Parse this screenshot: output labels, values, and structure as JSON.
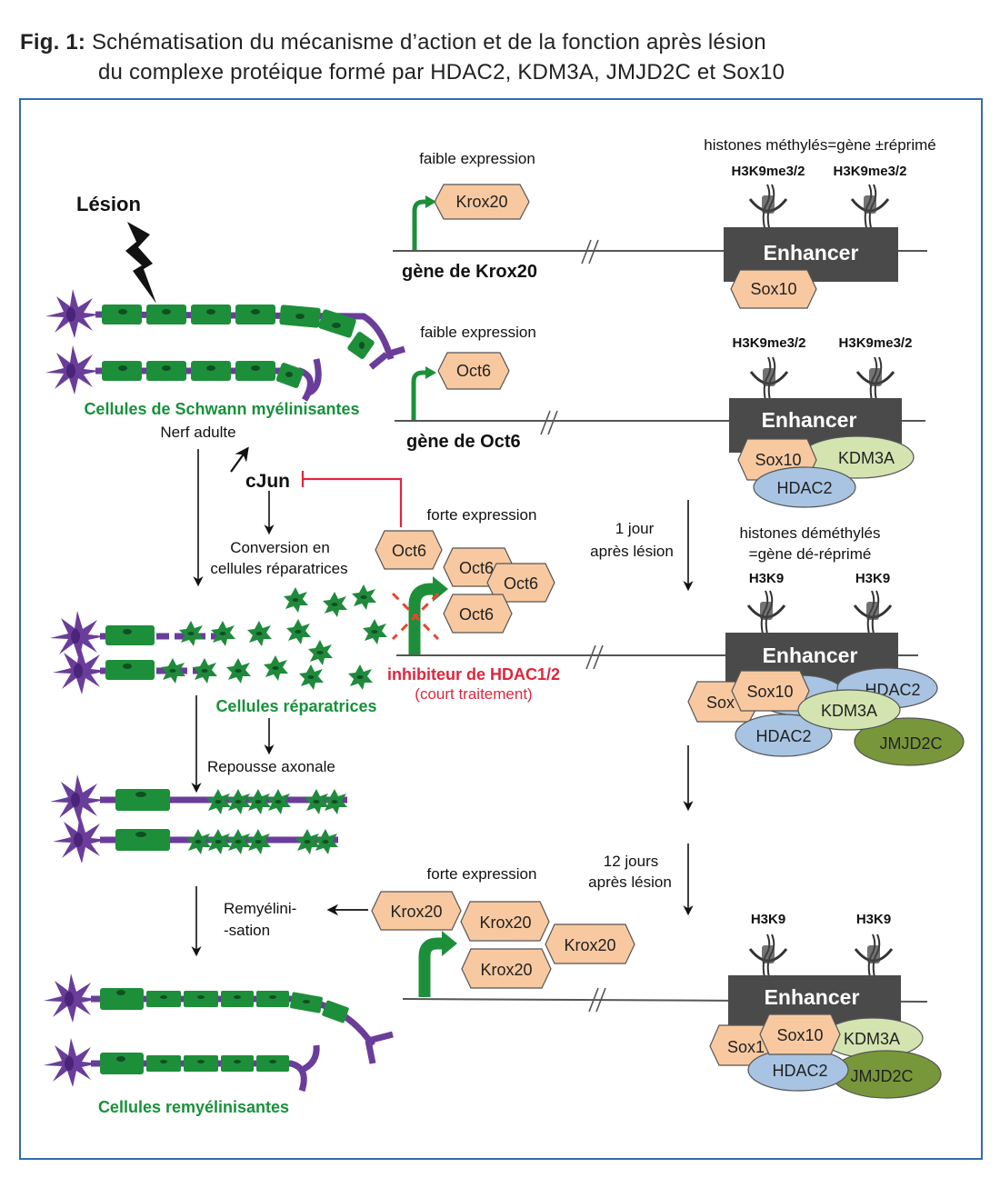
{
  "caption": {
    "fig_label": "Fig. 1:",
    "line1": "Schématisation du mécanisme d’action et de la fonction après lésion",
    "line2": "du complexe protéique formé par HDAC2, KDM3A, JMJD2C et Sox10"
  },
  "colors": {
    "frame": "#2f6db5",
    "schwann_green": "#1d8f3a",
    "neuron_purple": "#6a3d9a",
    "label_green": "#17913a",
    "inhibitor_red": "#e0263c",
    "enhancer_gray": "#4a4a4a",
    "sox_orange": "#f8c9a0",
    "hdac_blue": "#a8c4e2",
    "kdm_lightgreen": "#d3e4b0",
    "jmjd_olive": "#78973a"
  },
  "left": {
    "lesion": "Lésion",
    "schwann_label": "Cellules de Schwann myélinisantes",
    "nerve_label": "Nerf adulte",
    "cjun": "cJun",
    "conversion_line1": "Conversion en",
    "conversion_line2": "cellules réparatrices",
    "repair_label": "Cellules réparatrices",
    "regrowth": "Repousse axonale",
    "remyel_line1": "Remyélini-",
    "remyel_line2": "-sation",
    "remyel_cells": "Cellules remyélinisantes"
  },
  "panels": {
    "krox": {
      "expression": "faible expression",
      "protein": "Krox20",
      "gene": "gène de Krox20",
      "histone_header": "histones méthylés=gène ±réprimé",
      "marks": [
        "H3K9me3/2",
        "H3K9me3/2"
      ],
      "enhancer": "Enhancer",
      "bound": [
        "Sox10"
      ]
    },
    "oct6": {
      "expression": "faible expression",
      "protein": "Oct6",
      "gene": "gène de Oct6",
      "marks": [
        "H3K9me3/2",
        "H3K9me3/2"
      ],
      "enhancer": "Enhancer",
      "bound": [
        "Sox10",
        "KDM3A",
        "HDAC2"
      ]
    },
    "oct6_high": {
      "expression": "forte expression",
      "proteins": [
        "Oct6",
        "Oct6",
        "Oct6",
        "Oct6"
      ],
      "inhibitor_line1": "inhibiteur de HDAC1/2",
      "inhibitor_line2": "(court traitement)",
      "time_line1": "1 jour",
      "time_line2": "après lésion",
      "histone_line1": "histones déméthylés",
      "histone_line2": "=gène dé-réprimé",
      "marks": [
        "H3K9",
        "H3K9"
      ],
      "enhancer": "Enhancer",
      "bound": [
        "Sox",
        "Sox10",
        "HDAC2",
        "KDM3A",
        "HDAC2",
        "JMJD2C"
      ]
    },
    "krox_high": {
      "expression": "forte expression",
      "proteins": [
        "Krox20",
        "Krox20",
        "Krox20",
        "Krox20"
      ],
      "time_line1": "12 jours",
      "time_line2": "après lésion",
      "marks": [
        "H3K9",
        "H3K9"
      ],
      "enhancer": "Enhancer",
      "bound": [
        "Sox1",
        "Sox10",
        "KDM3A",
        "HDAC2",
        "JMJD2C"
      ]
    }
  }
}
